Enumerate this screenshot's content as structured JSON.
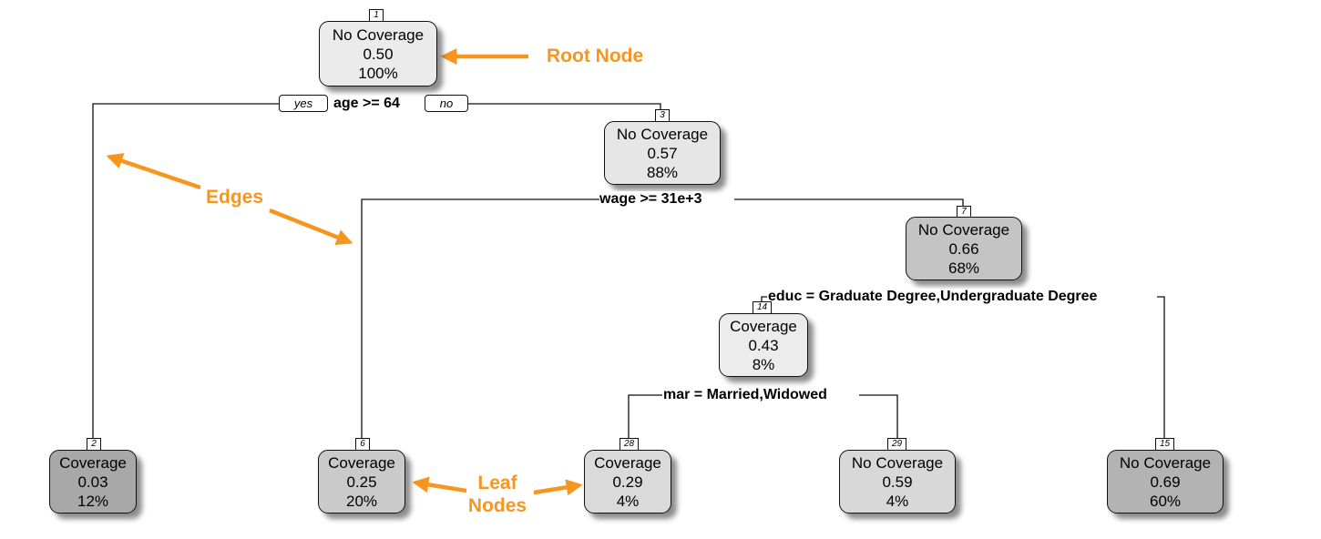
{
  "tree": {
    "nodes": [
      {
        "id": "1",
        "label": "No Coverage",
        "value": "0.50",
        "percent": "100%",
        "fill": "#ebebeb"
      },
      {
        "id": "3",
        "label": "No Coverage",
        "value": "0.57",
        "percent": "88%",
        "fill": "#e6e6e6"
      },
      {
        "id": "7",
        "label": "No Coverage",
        "value": "0.66",
        "percent": "68%",
        "fill": "#c4c4c4"
      },
      {
        "id": "14",
        "label": "Coverage",
        "value": "0.43",
        "percent": "8%",
        "fill": "#ececec"
      },
      {
        "id": "2",
        "label": "Coverage",
        "value": "0.03",
        "percent": "12%",
        "fill": "#a8a8a8"
      },
      {
        "id": "6",
        "label": "Coverage",
        "value": "0.25",
        "percent": "20%",
        "fill": "#cacaca"
      },
      {
        "id": "28",
        "label": "Coverage",
        "value": "0.29",
        "percent": "4%",
        "fill": "#dadada"
      },
      {
        "id": "29",
        "label": "No Coverage",
        "value": "0.59",
        "percent": "4%",
        "fill": "#d8d8d8"
      },
      {
        "id": "15",
        "label": "No Coverage",
        "value": "0.69",
        "percent": "60%",
        "fill": "#b3b3b3"
      }
    ],
    "splits": [
      {
        "text": "age >= 64"
      },
      {
        "text": "wage >= 31e+3"
      },
      {
        "text": "educ = Graduate Degree,Undergraduate Degree"
      },
      {
        "text": "mar = Married,Widowed"
      }
    ],
    "branch_labels": {
      "yes": "yes",
      "no": "no"
    }
  },
  "annotations": {
    "root": "Root Node",
    "edges": "Edges",
    "leaf_line1": "Leaf",
    "leaf_line2": "Nodes",
    "color": "#F7951E"
  }
}
